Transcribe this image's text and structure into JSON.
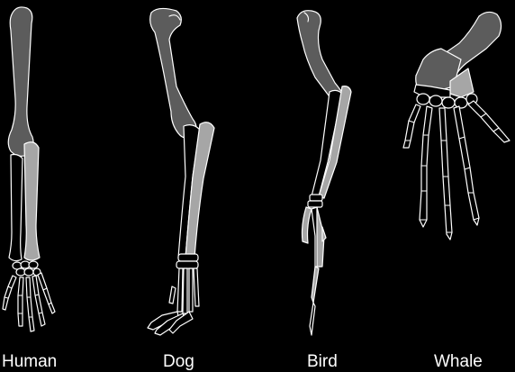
{
  "limbs": [
    {
      "label": "Human"
    },
    {
      "label": "Dog"
    },
    {
      "label": "Bird"
    },
    {
      "label": "Whale"
    }
  ]
}
